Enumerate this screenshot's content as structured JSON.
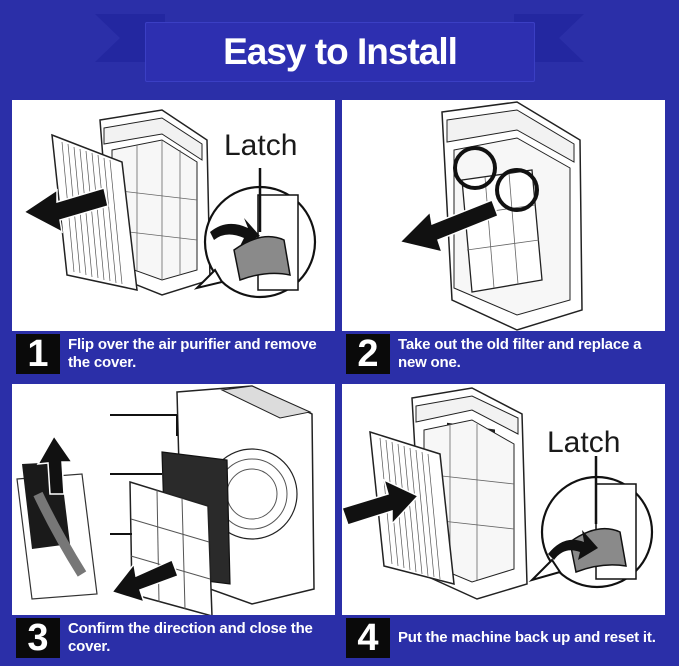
{
  "header": {
    "title": "Easy to Install"
  },
  "steps": [
    {
      "number": "1",
      "text": "Flip over the air purifier and remove the cover.",
      "callout_label": "Latch"
    },
    {
      "number": "2",
      "text": "Take out the old filter and replace a new one."
    },
    {
      "number": "3",
      "text": "Confirm the direction and close the cover."
    },
    {
      "number": "4",
      "text": "Put the machine back up and reset it.",
      "callout_label": "Latch"
    }
  ],
  "colors": {
    "accent": "#2b2fa8",
    "panel": "#ffffff",
    "number_box": "#0a0a0a"
  }
}
